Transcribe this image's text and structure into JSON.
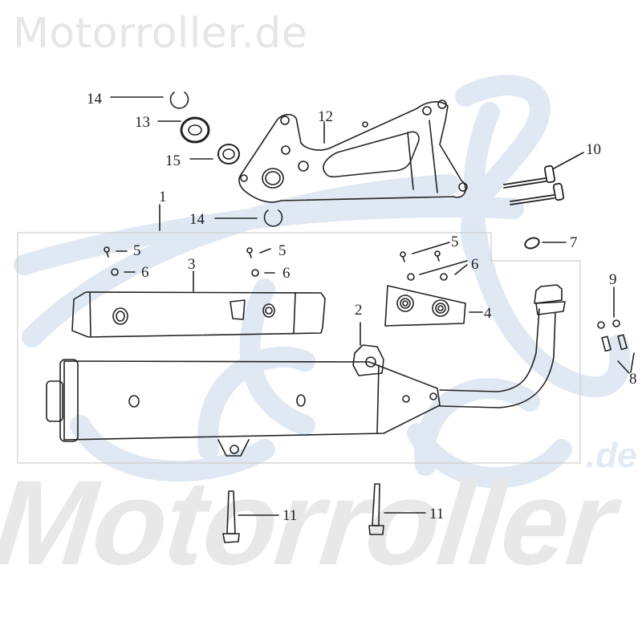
{
  "watermarks": {
    "top_text": "Motorroller.de",
    "big_text": "Motorroller",
    "de_text": ".de",
    "gray_color": "#e6e6e6",
    "blue_color": "#dfe8f3"
  },
  "diagram": {
    "type": "exploded parts diagram",
    "subject": "Exhaust system / muffler assembly with mounting bracket",
    "line_color": "#222222",
    "callouts": [
      {
        "id": "callout-1",
        "number": "1",
        "part": "muffler-assembly"
      },
      {
        "id": "callout-2",
        "number": "2",
        "part": "muffler-mount-boss"
      },
      {
        "id": "callout-3",
        "number": "3",
        "part": "heat-shield"
      },
      {
        "id": "callout-4",
        "number": "4",
        "part": "heat-shield-plate"
      },
      {
        "id": "callout-5a",
        "number": "5",
        "part": "screw"
      },
      {
        "id": "callout-5b",
        "number": "5",
        "part": "screw"
      },
      {
        "id": "callout-5c",
        "number": "5",
        "part": "screw"
      },
      {
        "id": "callout-6a",
        "number": "6",
        "part": "washer"
      },
      {
        "id": "callout-6b",
        "number": "6",
        "part": "washer"
      },
      {
        "id": "callout-6c",
        "number": "6",
        "part": "washer"
      },
      {
        "id": "callout-7",
        "number": "7",
        "part": "exhaust-gasket"
      },
      {
        "id": "callout-8",
        "number": "8",
        "part": "nut"
      },
      {
        "id": "callout-9",
        "number": "9",
        "part": "washer"
      },
      {
        "id": "callout-10",
        "number": "10",
        "part": "bracket-bolt"
      },
      {
        "id": "callout-11a",
        "number": "11",
        "part": "muffler-bolt"
      },
      {
        "id": "callout-11b",
        "number": "11",
        "part": "muffler-bolt"
      },
      {
        "id": "callout-12",
        "number": "12",
        "part": "muffler-bracket"
      },
      {
        "id": "callout-13",
        "number": "13",
        "part": "bearing"
      },
      {
        "id": "callout-14a",
        "number": "14",
        "part": "circlip"
      },
      {
        "id": "callout-14b",
        "number": "14",
        "part": "circlip"
      },
      {
        "id": "callout-15",
        "number": "15",
        "part": "seal"
      }
    ]
  }
}
